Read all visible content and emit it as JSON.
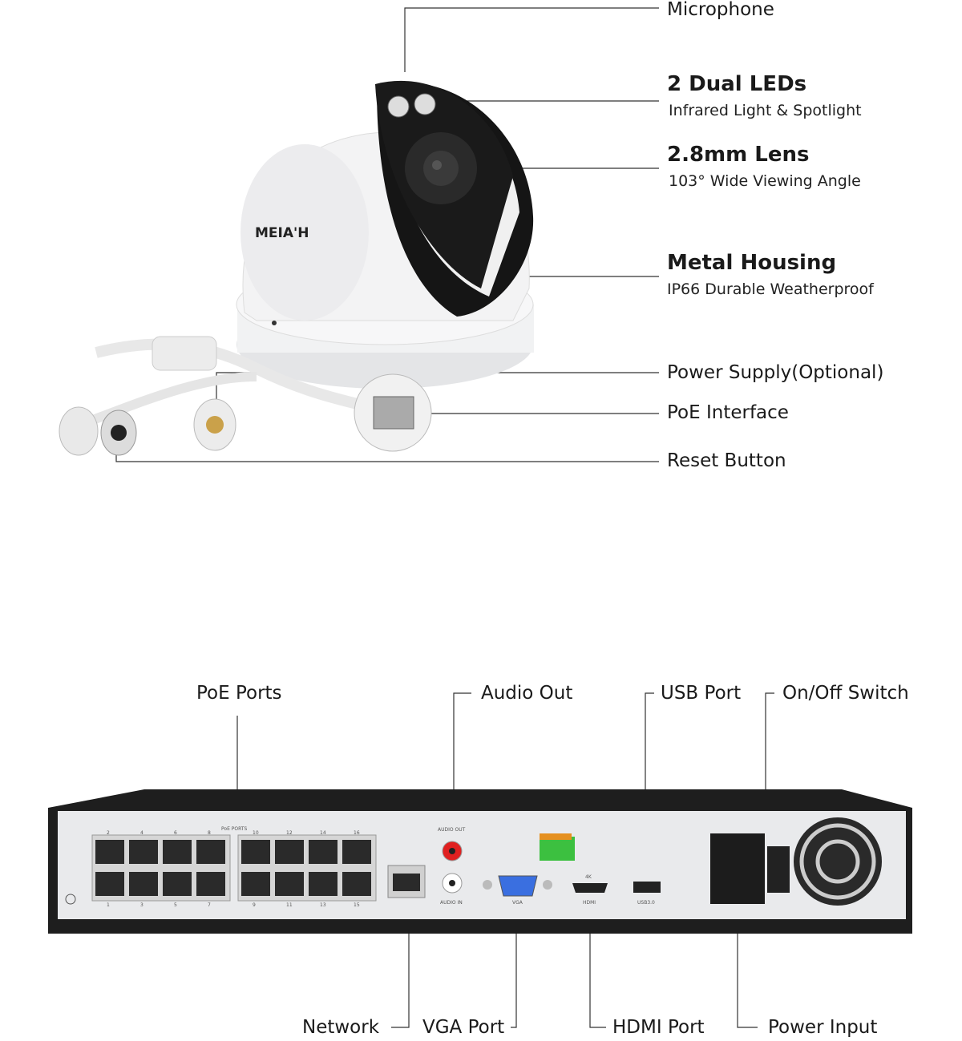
{
  "camera": {
    "brand_logo": "MEIA'H",
    "callouts": [
      {
        "title": "Microphone"
      },
      {
        "title": "2 Dual LEDs",
        "subtitle": "Infrared Light & Spotlight"
      },
      {
        "title": "2.8mm Lens",
        "subtitle": "103° Wide Viewing Angle"
      },
      {
        "title": "Metal Housing",
        "subtitle": "IP66 Durable Weatherproof"
      },
      {
        "title": "Power Supply(Optional)"
      },
      {
        "title": "PoE Interface"
      },
      {
        "title": "Reset Button"
      }
    ]
  },
  "nvr": {
    "callouts_top": [
      "PoE Ports",
      "Audio Out",
      "USB Port",
      "On/Off Switch"
    ],
    "callouts_bottom": [
      "Network",
      "VGA Port",
      "HDMI Port",
      "Power Input"
    ],
    "panel_labels": {
      "poe_ports": "PoE PORTS",
      "audio_out": "AUDIO OUT",
      "audio_in": "AUDIO IN",
      "vga": "VGA",
      "hdmi_4k": "4K",
      "hdmi": "HDMI",
      "usb": "USB3.0",
      "top_port_numbers": [
        "2",
        "4",
        "6",
        "8",
        "10",
        "12",
        "14",
        "16"
      ],
      "bottom_port_numbers": [
        "1",
        "3",
        "5",
        "7",
        "9",
        "11",
        "13",
        "15"
      ]
    },
    "colors": {
      "audio_out": "#e02020",
      "vga": "#3a6fe0",
      "alarm_terminal": "#3cc040",
      "chassis": "#1e1e1e",
      "panel": "#e9eaec"
    }
  }
}
